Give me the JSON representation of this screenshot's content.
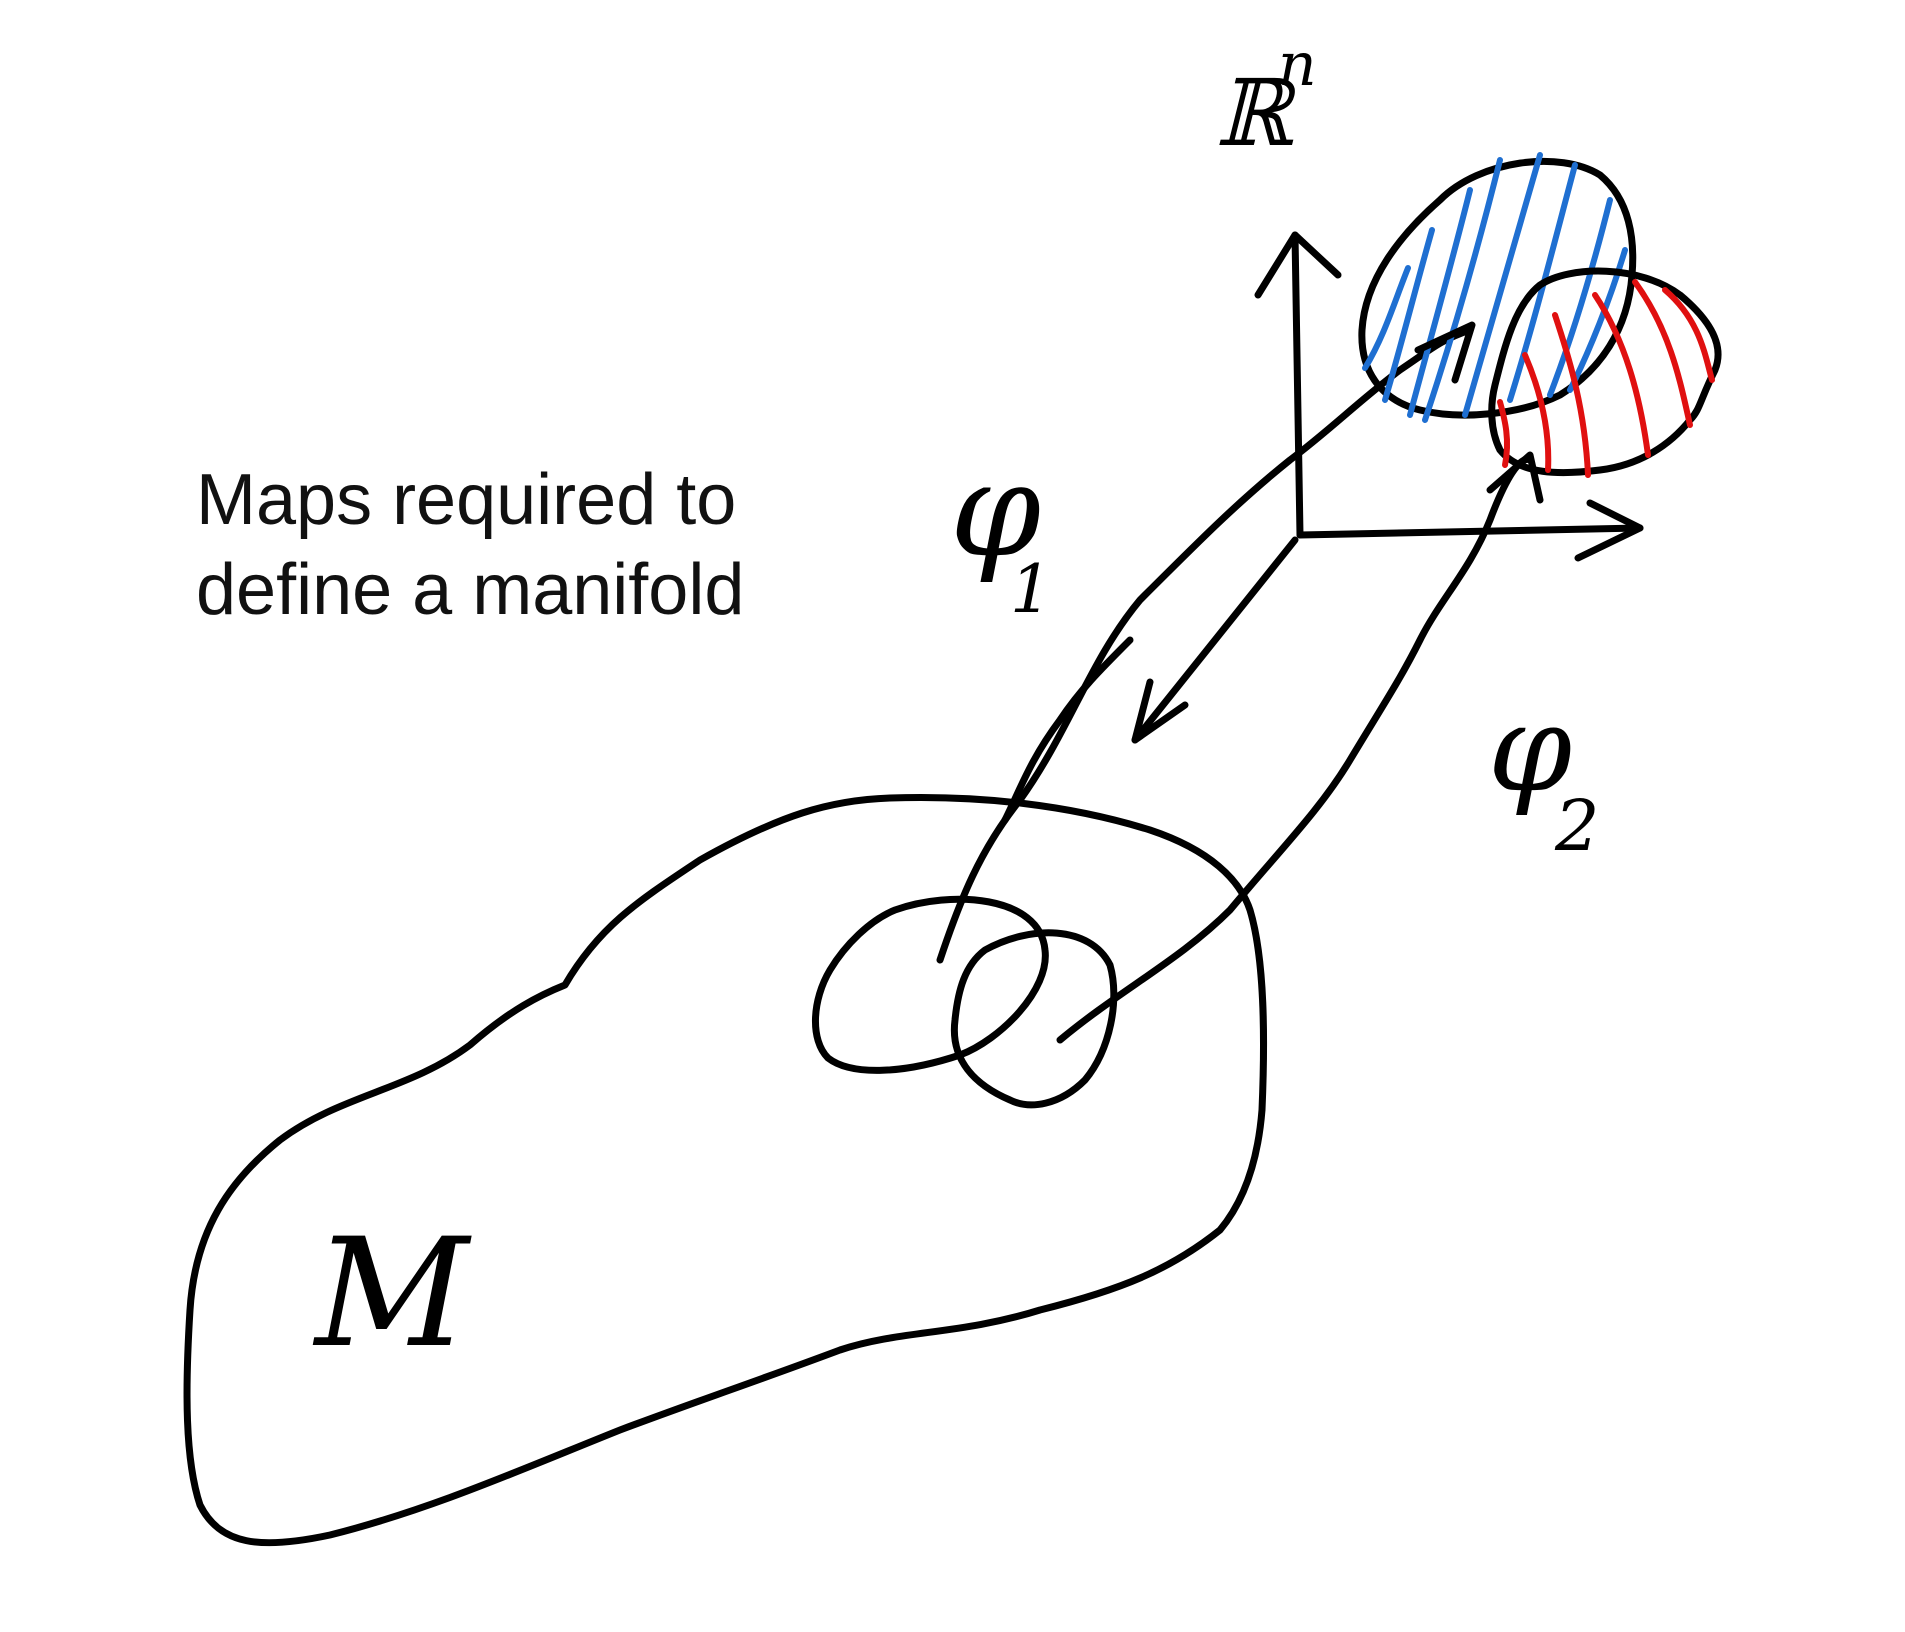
{
  "caption": {
    "line1": "Maps required to",
    "line2": "define a manifold"
  },
  "labels": {
    "space": "ℝ",
    "space_exponent": "n",
    "manifold": "M",
    "map1_symbol": "φ",
    "map1_index": "1",
    "map2_symbol": "φ",
    "map2_index": "2"
  },
  "colors": {
    "ink": "#000000",
    "chart1_hatch": "#1f6fd1",
    "chart2_hatch": "#e01010"
  }
}
